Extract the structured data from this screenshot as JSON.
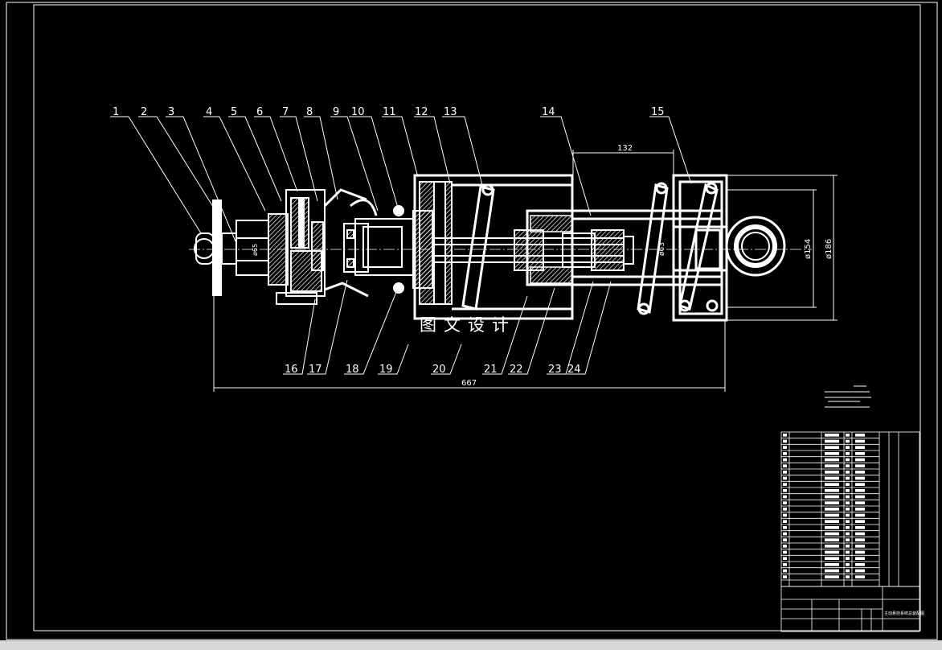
{
  "drawing": {
    "watermark": "图文设计",
    "part_numbers_top": [
      "1",
      "2",
      "3",
      "4",
      "5",
      "6",
      "7",
      "8",
      "9",
      "10",
      "11",
      "12",
      "13",
      "14",
      "15"
    ],
    "part_numbers_bottom": [
      "16",
      "17",
      "18",
      "19",
      "20",
      "21",
      "22",
      "23",
      "24"
    ],
    "dimensions": {
      "overall_length": "667",
      "stroke": "132",
      "d_outer_1": "ø154",
      "d_outer_2": "ø186",
      "d_rod": "ø63",
      "d_small": "ø65"
    },
    "title_block_caption": "主动悬挂系统总装配图"
  },
  "colors": {
    "background": "#000000",
    "lines": "#ffffff"
  }
}
